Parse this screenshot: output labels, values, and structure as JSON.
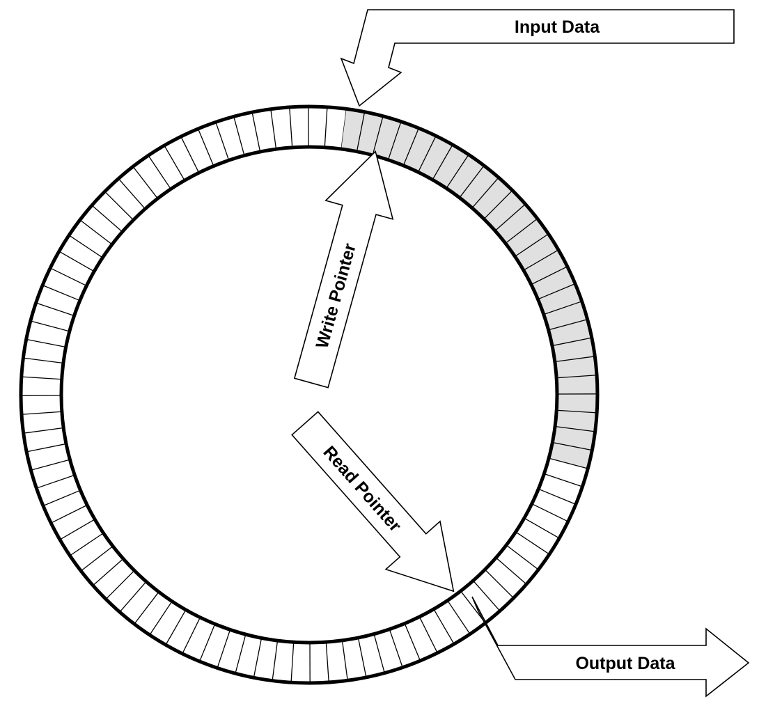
{
  "labels": {
    "input_data": "Input Data",
    "output_data": "Output Data",
    "write_pointer": "Write Pointer",
    "read_pointer": "Read Pointer"
  },
  "buffer": {
    "total_cells": 96,
    "filled_cells": 26
  },
  "colors": {
    "filled_cell": "#e0e0e0",
    "empty_cell": "#ffffff",
    "stroke": "#000000"
  }
}
